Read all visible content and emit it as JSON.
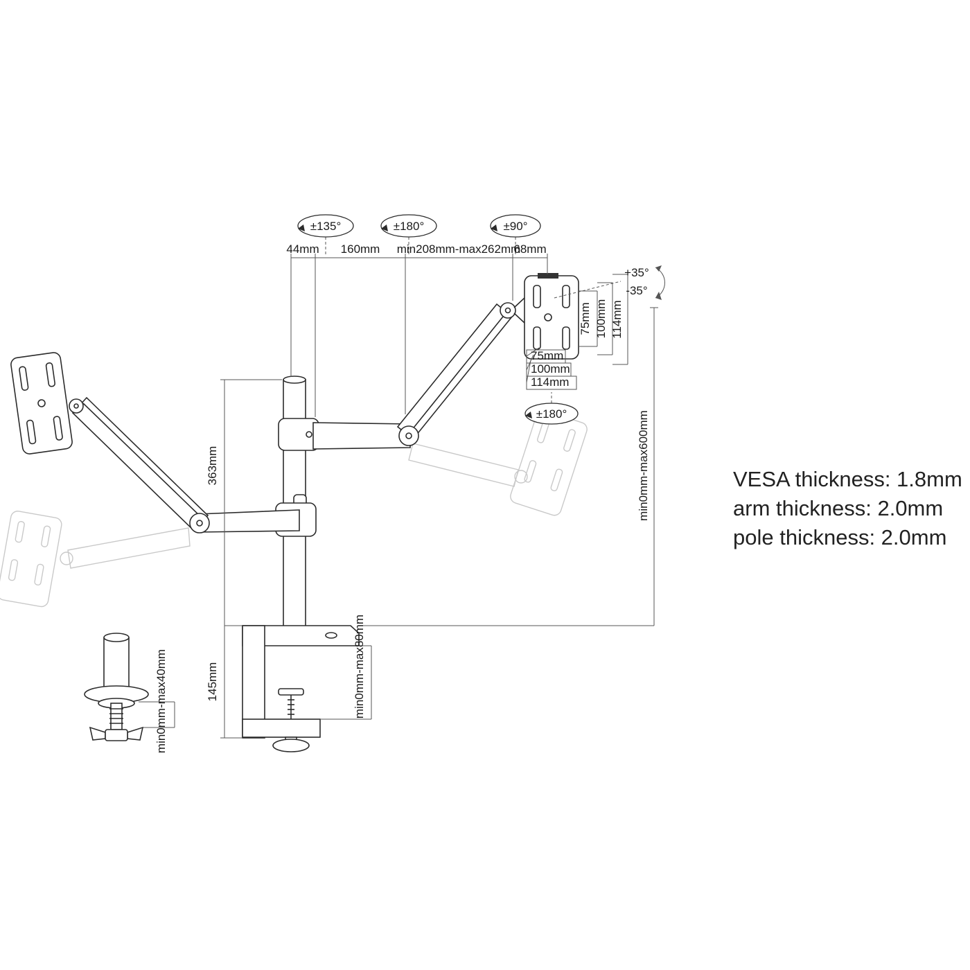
{
  "diagram": {
    "top_rotations": {
      "left": "±135°",
      "mid": "±180°",
      "right": "±90°"
    },
    "top_dims": {
      "d1": "44mm",
      "d2": "160mm",
      "d3": "min208mm-max262mm",
      "d4": "68mm"
    },
    "tilt": {
      "up": "+35°",
      "down": "-35°"
    },
    "vesa_vertical": {
      "v75": "75mm",
      "v100": "100mm",
      "v114": "114mm"
    },
    "vesa_horizontal": {
      "h75": "75mm",
      "h100": "100mm",
      "h114": "114mm"
    },
    "vesa_rotation": "±180°",
    "height_range": "min0mm-max600mm",
    "pole_height": "363mm",
    "clamp_height": "145mm",
    "grommet_range": "min0mm-max40mm",
    "desk_range": "min0mm-max80mm"
  },
  "notes": {
    "line1": "VESA thickness: 1.8mm",
    "line2": "arm thickness: 2.0mm",
    "line3": "pole thickness: 2.0mm"
  },
  "colors": {
    "ink": "#2b2b2b",
    "phantom": "#c9c9c9",
    "dimension": "#555555"
  }
}
